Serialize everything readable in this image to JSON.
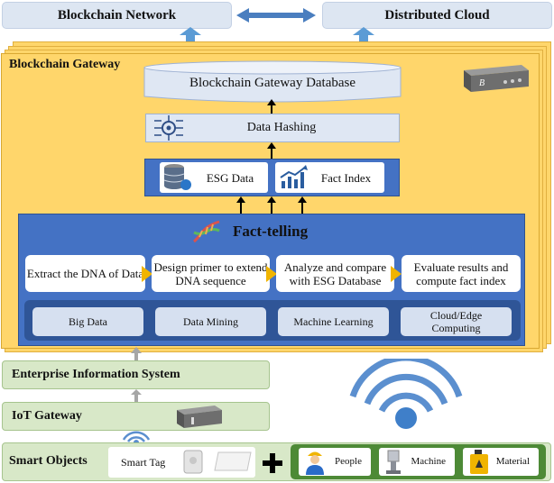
{
  "top": {
    "blockchain_network": "Blockchain Network",
    "distributed_cloud": "Distributed Cloud"
  },
  "gateway": {
    "title": "Blockchain Gateway",
    "database": "Blockchain Gateway Database",
    "data_hashing": "Data Hashing",
    "esg_data": "ESG Data",
    "fact_index": "Fact Index",
    "server_letter": "B"
  },
  "fact_telling": {
    "title": "Fact-telling",
    "steps": [
      "Extract the DNA of Data",
      "Design primer to extend DNA sequence",
      "Analyze and compare with ESG Database",
      "Evaluate results and compute fact index"
    ],
    "tech": [
      "Big Data",
      "Data Mining",
      "Machine Learning",
      "Cloud/Edge Computing"
    ]
  },
  "layers": {
    "enterprise": "Enterprise Information System",
    "iot_gateway": "IoT Gateway"
  },
  "smart_objects": {
    "title": "Smart Objects",
    "smart_tag": "Smart Tag",
    "items": [
      "People",
      "Machine",
      "Material"
    ]
  },
  "colors": {
    "gateway_yellow": "#ffd66b",
    "fact_blue": "#4472c4",
    "green_layer": "#d8e8c8",
    "upload_arrow": "#5b9bd5"
  }
}
